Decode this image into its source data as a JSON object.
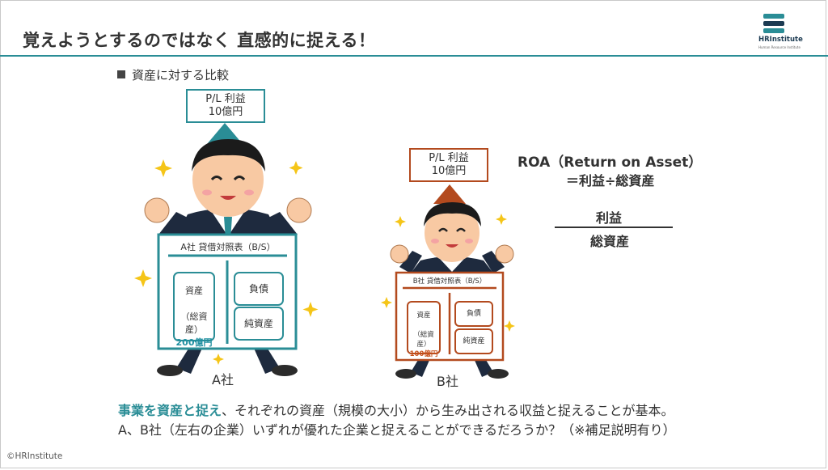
{
  "slide": {
    "title": "覚えようとするのではなく 直感的に捉える！",
    "logo_name": "HRInstitute",
    "logo_subtitle": "Human Resource Institute",
    "section_label": "資産に対する比較",
    "copyright": "©HRInstitute"
  },
  "company_a": {
    "pl_line1": "P/L 利益",
    "pl_line2": "10億円",
    "bs_title": "A社 貸借対照表（B/S）",
    "assets_label": "資産",
    "total_assets_label": "（総資産）",
    "total_assets_value": "200億円",
    "liabilities_label": "負債",
    "net_assets_label": "純資産",
    "name": "A社"
  },
  "company_b": {
    "pl_line1": "P/L 利益",
    "pl_line2": "10億円",
    "bs_title": "B社 貸借対照表（B/S）",
    "assets_label": "資産",
    "total_assets_label": "（総資産）",
    "total_assets_value": "100億円",
    "liabilities_label": "負債",
    "net_assets_label": "純資産",
    "name": "B社"
  },
  "roa": {
    "title": "ROA（Return on Asset）",
    "formula": "＝利益÷総資産",
    "numerator": "利益",
    "denominator": "総資産"
  },
  "body": {
    "line1_highlight": "事業を資産と捉え",
    "line1_rest": "、それぞれの資産（規模の大小）から生み出される収益と捉えることが基本。",
    "line2": "A、B社（左右の企業）いずれが優れた企業と捉えることができるだろうか？（※補足説明有り）"
  },
  "colors": {
    "accent_teal": "#2a8d96",
    "accent_brown": "#b34a1e",
    "value_teal": "#1f8fa0",
    "value_orange": "#c8501a"
  }
}
